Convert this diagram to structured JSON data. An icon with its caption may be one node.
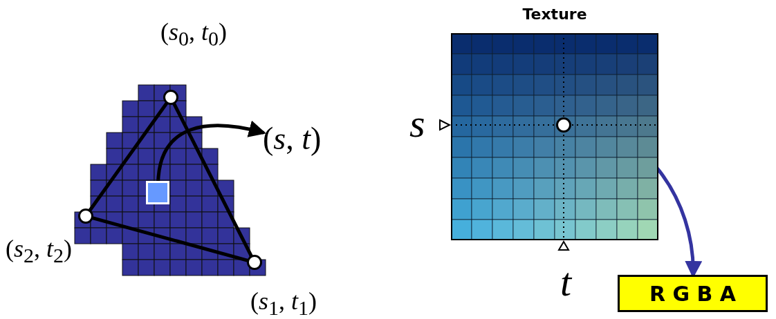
{
  "diagram": {
    "nodes": [
      {
        "text": [],
        "shape": "circle",
        "beside": [
          "(*s*$_{0}$, *t*$_{0}$)"
        ]
      },
      {
        "text": [],
        "shape": "circle",
        "beside": [
          "(*s*$_{1}$, *t*$_{1}$)"
        ]
      },
      {
        "text": [],
        "shape": "circle",
        "beside": [
          "(*s*$_{2}$, *t*$_{2}$)"
        ]
      },
      {
        "text": [],
        "shape": "box"
      },
      {
        "text": [
          "(*s*, *t*)"
        ]
      },
      {
        "text": [
          "Texture"
        ]
      },
      {
        "text": [],
        "shape": "circle",
        "in": 5
      },
      {
        "text": [
          "R G B A"
        ]
      }
    ],
    "edges": [
      {
        "from": 0,
        "to": 1,
        "arrow": "none"
      },
      {
        "from": 1,
        "to": 2,
        "arrow": "none"
      },
      {
        "from": 2,
        "to": 0,
        "arrow": "none"
      },
      {
        "from": 3,
        "to": 4,
        "arrow": "to"
      },
      {
        "from": 6,
        "to": 7,
        "arrow": "to",
        "color": "#3434a0"
      }
    ],
    "labels": [
      "*s*",
      "*t*"
    ]
  }
}
